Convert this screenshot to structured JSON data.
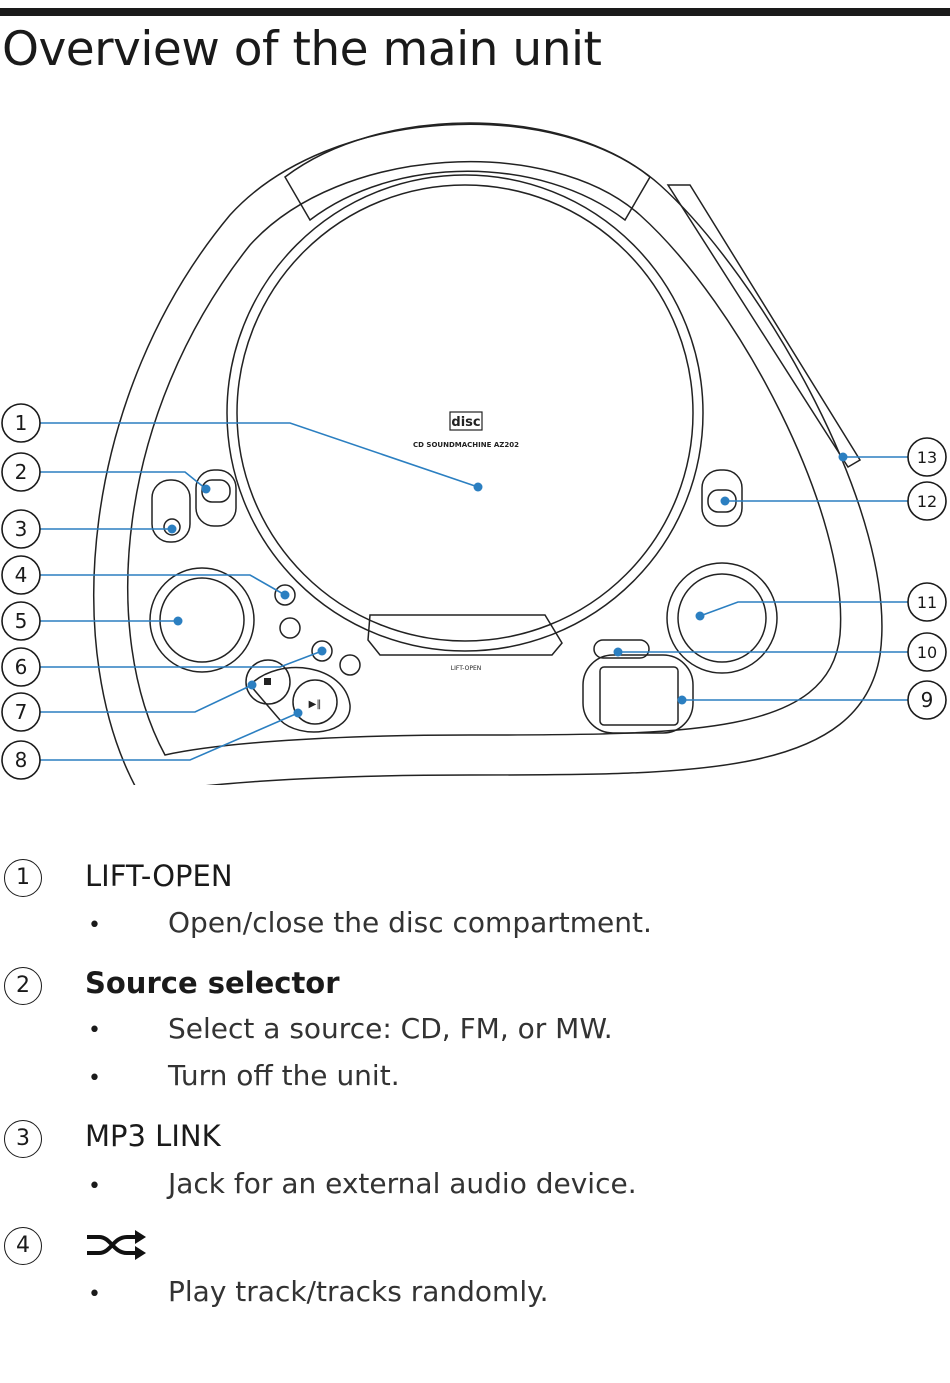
{
  "page": {
    "title": "Overview of the main unit"
  },
  "diagram": {
    "brand_logo": "disc",
    "model_label": "CD SOUNDMACHINE AZ202",
    "lid_label": "LIFT-OPEN",
    "callout_numbers": [
      "1",
      "2",
      "3",
      "4",
      "5",
      "6",
      "7",
      "8",
      "9",
      "10",
      "11",
      "12",
      "13"
    ]
  },
  "entries": [
    {
      "number": "1",
      "title": "LIFT-OPEN",
      "bullets": [
        "Open/close the disc compartment."
      ]
    },
    {
      "number": "2",
      "title": "Source selector",
      "bullets": [
        "Select a source: CD, FM, or MW.",
        "Turn off the unit."
      ]
    },
    {
      "number": "3",
      "title": "MP3 LINK",
      "bullets": [
        "Jack for an external audio device."
      ]
    },
    {
      "number": "4",
      "title": "",
      "icon": "shuffle-icon",
      "bullets": [
        "Play track/tracks randomly."
      ]
    }
  ],
  "bullet_glyph": "•"
}
